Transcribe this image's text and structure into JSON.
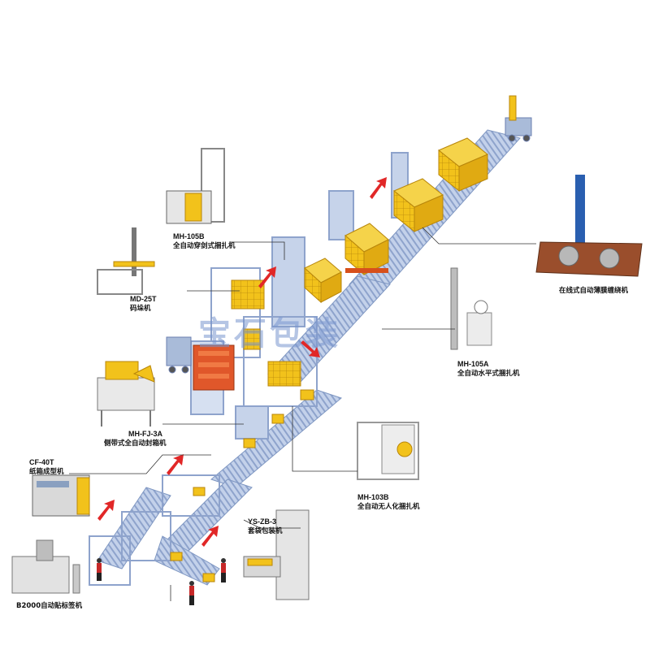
{
  "watermark": "宝石包装",
  "colors": {
    "conveyor": "#b9c9e4",
    "conveyor_dark": "#7f97c2",
    "frame": "#a9bbd9",
    "box": "#f2c21b",
    "box_dark": "#c99a0a",
    "arrow": "#e12727",
    "pallet": "#d7501c",
    "wrapper_tower": "#2a5fb0"
  },
  "machines": [
    {
      "id": "mh105b",
      "code": "MH-105B",
      "name": "全自动穿剑式捆扎机"
    },
    {
      "id": "md25t",
      "code": "MD-25T",
      "name": "码垛机"
    },
    {
      "id": "mhfj3a",
      "code": "MH-FJ-3A",
      "name": "侧带式全自动封箱机"
    },
    {
      "id": "cf40t",
      "code": "CF-40T",
      "name": "纸箱成型机"
    },
    {
      "id": "b2000",
      "code": "",
      "name": "B2000自动贴标签机"
    },
    {
      "id": "yszb3",
      "code": "YS-ZB-3",
      "name": "套袋包装机"
    },
    {
      "id": "mh103b",
      "code": "MH-103B",
      "name": "全自动无人化捆扎机"
    },
    {
      "id": "mh105a",
      "code": "MH-105A",
      "name": "全自动水平式捆扎机"
    },
    {
      "id": "wrapper",
      "code": "",
      "name": "在线式自动薄膜缠绕机"
    }
  ]
}
